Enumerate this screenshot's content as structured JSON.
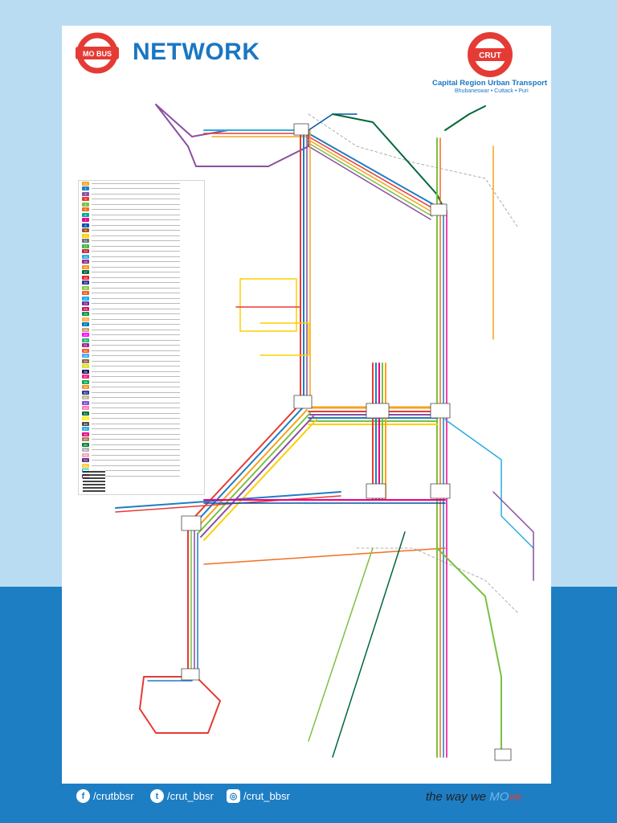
{
  "header": {
    "brand_logo_text": "MO BUS",
    "title": "NETWORK",
    "crut_logo_text": "CRUT",
    "crut_full_name": "Capital Region Urban Transport",
    "crut_cities": "Bhubaneswar • Cuttack • Puri"
  },
  "footer": {
    "facebook": "/crutbbsr",
    "twitter": "/crut_bbsr",
    "instagram": "/crut_bbsr",
    "tagline_prefix": "the way we ",
    "tagline_mo": "MO",
    "tagline_ve": "ve"
  },
  "colors": {
    "brand_blue": "#1b76c2",
    "brand_red": "#e53b35",
    "footer_blue": "#1d7ec4",
    "top_band": "#b9dcf3"
  },
  "icons": [
    "mobus-logo-icon",
    "crut-logo-icon",
    "facebook-icon",
    "twitter-icon",
    "instagram-icon",
    "qr-code-icon"
  ],
  "legend": {
    "route_codes": [
      "0A",
      "1",
      "2",
      "3",
      "4",
      "5",
      "6",
      "7",
      "8",
      "9",
      "10",
      "11",
      "12",
      "13",
      "14",
      "15",
      "16",
      "17",
      "18",
      "19",
      "20",
      "21",
      "22",
      "23",
      "24",
      "25",
      "26",
      "27",
      "28",
      "29",
      "30",
      "31",
      "32",
      "33",
      "34",
      "35",
      "36",
      "37",
      "38",
      "39",
      "40",
      "41",
      "42",
      "43",
      "44",
      "45",
      "46",
      "47",
      "48",
      "49",
      "50",
      "51",
      "52",
      "53",
      "54",
      "55",
      "56"
    ],
    "route_colors": [
      "#f7a21b",
      "#1d7ec4",
      "#8a4fa0",
      "#e53b35",
      "#7ac143",
      "#f26f21",
      "#00a99d",
      "#ec008c",
      "#0054a6",
      "#a0522d",
      "#fbd000",
      "#6d6e71",
      "#39b54a",
      "#c1272d",
      "#29abe2",
      "#92278f",
      "#f7941d",
      "#006838",
      "#ed1c24",
      "#2e3192",
      "#8dc63f",
      "#f15a24",
      "#00aeef",
      "#662d91",
      "#d4145a",
      "#009245",
      "#fbb03b",
      "#0071bc",
      "#c69c6d",
      "#ff00ff",
      "#22b573",
      "#93278f",
      "#f05a28",
      "#3fa9f5",
      "#8c6239",
      "#d9e021",
      "#1b1464",
      "#ed1e79",
      "#00a651",
      "#f7931e",
      "#2b388f",
      "#c2b59b",
      "#7f47dd",
      "#ff7bac",
      "#006837",
      "#fcee21",
      "#534741",
      "#29abe2",
      "#e6007e",
      "#a67c52",
      "#0d7e3b",
      "#b3b3b3",
      "#f4a0c0",
      "#5b2c83",
      "#ffcc33",
      "#00b3b3",
      "#9e005d"
    ]
  }
}
